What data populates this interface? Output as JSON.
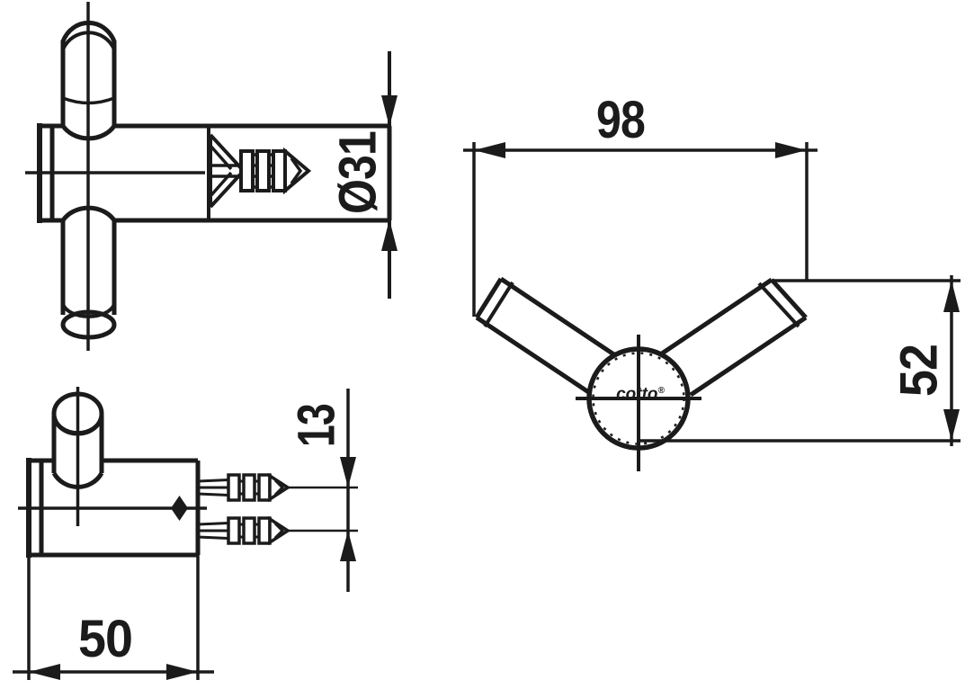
{
  "page": {
    "background": "#ffffff",
    "ink": "#1b1b1b"
  },
  "views": {
    "side": {
      "id": "side-section-view"
    },
    "front": {
      "id": "front-view"
    },
    "top": {
      "id": "top-view"
    }
  },
  "dimensions": {
    "body_diameter": "Ø31",
    "overall_width": "98",
    "hook_height": "52",
    "projection_depth": "50",
    "screw_spacing": "13"
  },
  "logo": {
    "brand": "cotto",
    "registered_mark": "®"
  }
}
